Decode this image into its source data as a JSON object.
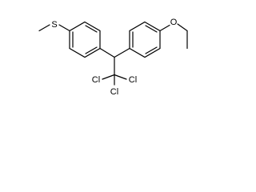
{
  "atoms": {
    "sulfur": "S",
    "oxygen": "O",
    "chlorine_left": "Cl",
    "chlorine_right": "Cl",
    "chlorine_bottom": "Cl"
  },
  "colors": {
    "bond": "#000000",
    "background": "#ffffff"
  }
}
